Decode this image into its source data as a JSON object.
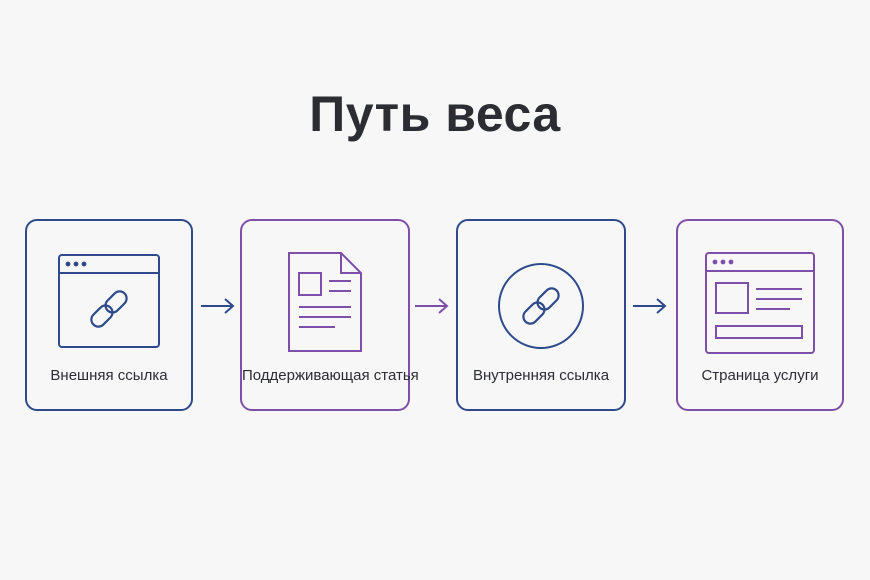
{
  "title": "Путь веса",
  "steps": [
    {
      "label": "Внешняя ссылка",
      "icon": "browser-link-icon",
      "color": "#2e4a8a"
    },
    {
      "label": "Поддерживающая статья",
      "icon": "document-icon",
      "color": "#7e4fa8"
    },
    {
      "label": "Внутренняя ссылка",
      "icon": "link-circle-icon",
      "color": "#2e4a8a"
    },
    {
      "label": "Страница услуги",
      "icon": "webpage-icon",
      "color": "#7e4fa8"
    }
  ],
  "colors": {
    "blue": "#2e4a8a",
    "purple": "#7e4fa8",
    "text": "#2b2d33",
    "background": "#f7f7f8"
  }
}
